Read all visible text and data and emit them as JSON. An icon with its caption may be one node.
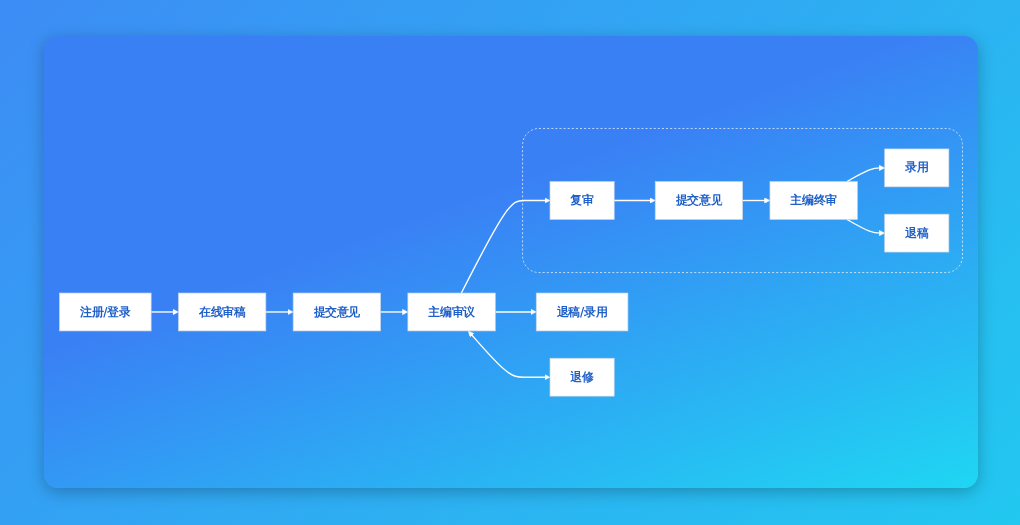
{
  "diagram": {
    "nodes": [
      {
        "text": [
          "注册/登录"
        ]
      },
      {
        "text": [
          "在线审稿"
        ]
      },
      {
        "text": [
          "提交意见"
        ]
      },
      {
        "text": [
          "退稿/录用"
        ]
      },
      {
        "text": [
          "主编审议"
        ]
      },
      {
        "text": [
          "退修"
        ]
      },
      {
        "text": [],
        "shape": "box"
      },
      {
        "text": [
          "复审"
        ],
        "in": 6
      },
      {
        "text": [
          "提交意见"
        ],
        "in": 6
      },
      {
        "text": [
          "录用"
        ],
        "in": 6
      },
      {
        "text": [
          "主编终审"
        ],
        "in": 6
      },
      {
        "text": [
          "退稿"
        ],
        "in": 6
      }
    ],
    "edges": [
      {
        "from": 0,
        "to": 1,
        "arrow": "to"
      },
      {
        "from": 1,
        "to": 2,
        "arrow": "to"
      },
      {
        "from": 2,
        "to": 4,
        "arrow": "to"
      },
      {
        "from": 4,
        "to": 3,
        "arrow": "to"
      },
      {
        "from": 4,
        "to": 5,
        "arrow": "both"
      },
      {
        "from": 4,
        "to": 7,
        "arrow": "to"
      },
      {
        "from": 7,
        "to": 8,
        "arrow": "to"
      },
      {
        "from": 8,
        "to": 10,
        "arrow": "to"
      },
      {
        "from": 10,
        "to": 9,
        "arrow": "to"
      },
      {
        "from": 10,
        "to": 11,
        "arrow": "to"
      }
    ]
  }
}
